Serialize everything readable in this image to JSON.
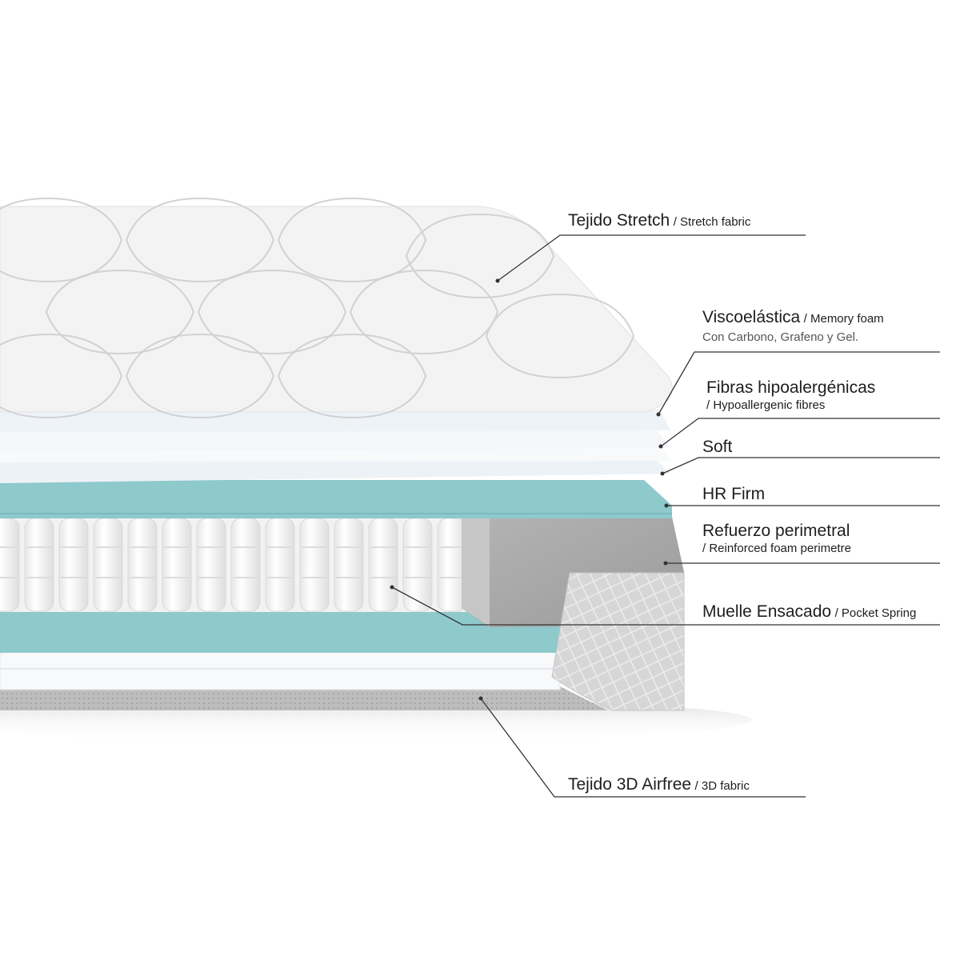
{
  "labels": {
    "stretch": {
      "main": "Tejido Stretch",
      "sub": "/ Stretch fabric"
    },
    "memory": {
      "main": "Viscoelástica",
      "sub": "/ Memory foam",
      "note": "Con Carbono, Grafeno y Gel."
    },
    "fibres": {
      "main": "Fibras hipoalergénicas",
      "sub": "/ Hypoallergenic fibres"
    },
    "soft": {
      "main": "Soft"
    },
    "hrfirm": {
      "main": "HR Firm"
    },
    "refuerzo": {
      "main": "Refuerzo perimetral",
      "sub": "/ Reinforced foam perimetre"
    },
    "muelle": {
      "main": "Muelle Ensacado",
      "sub": "/ Pocket Spring"
    },
    "airfree": {
      "main": "Tejido 3D Airfree",
      "sub": "/ 3D fabric"
    }
  },
  "colors": {
    "quilt": "#f3f3f3",
    "white_layer": "#fafbfc",
    "blue_layer": "#e8eff6",
    "teal_foam": "#8ec9cc",
    "gray_foam": "#a9a9a9",
    "side_fabric": "#cfcfcf",
    "leader_line": "#333333"
  }
}
